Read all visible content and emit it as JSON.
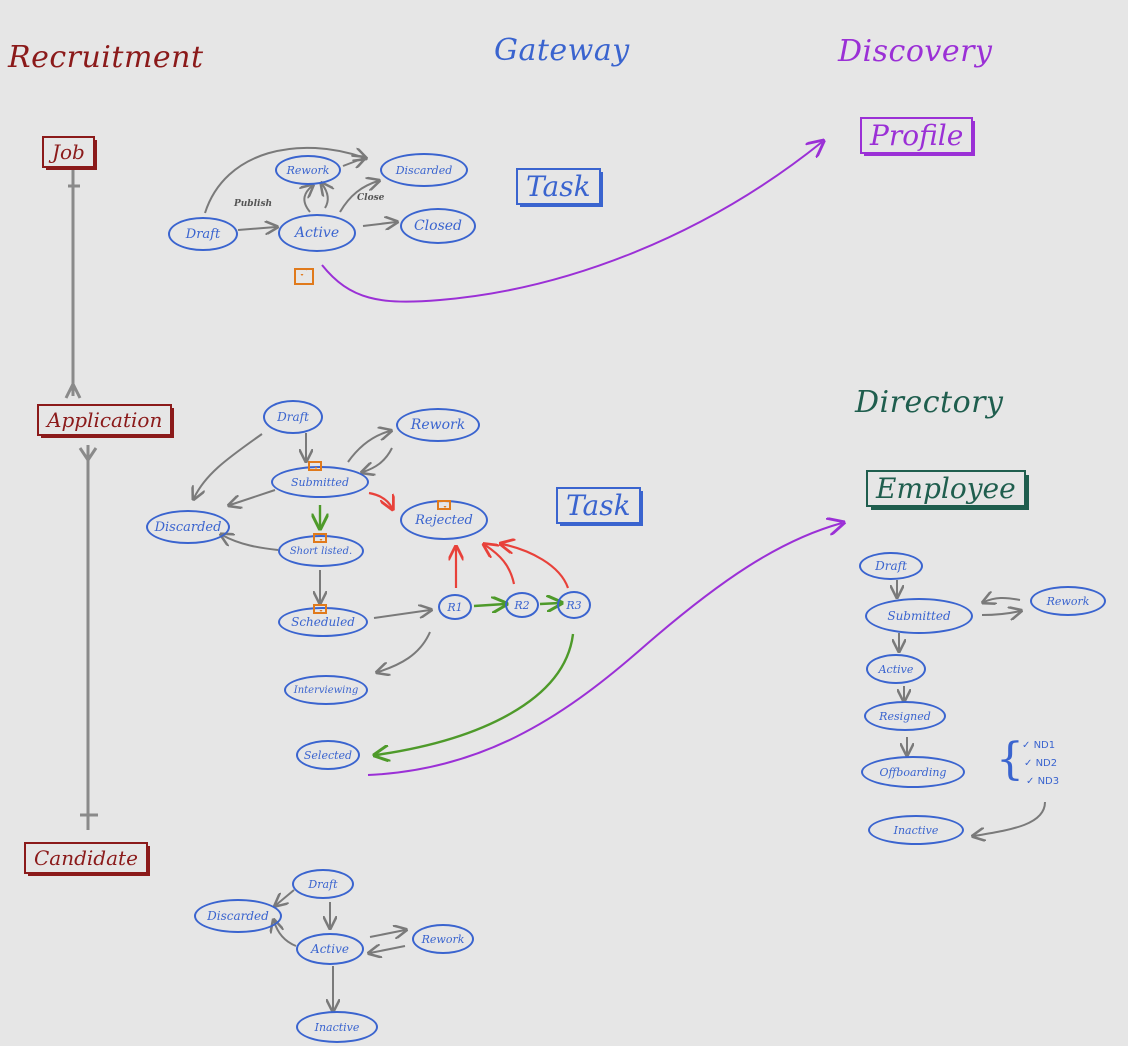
{
  "headings": {
    "recruitment": "Recruitment",
    "gateway": "Gateway",
    "discovery": "Discovery",
    "directory": "Directory"
  },
  "entities": {
    "job": "Job",
    "application": "Application",
    "candidate": "Candidate",
    "profile": "Profile",
    "employee": "Employee",
    "task_top": "Task",
    "task_mid": "Task"
  },
  "job_flow": {
    "draft": "Draft",
    "active": "Active",
    "rework": "Rework",
    "discarded": "Discarded",
    "closed": "Closed",
    "publish_label": "Publish",
    "close_label": "Close"
  },
  "application_flow": {
    "draft": "Draft",
    "submitted": "Submitted",
    "rework": "Rework",
    "discarded": "Discarded",
    "rejected": "Rejected",
    "shortlisted": "Short listed.",
    "scheduled": "Scheduled",
    "r1": "R1",
    "r2": "R2",
    "r3": "R3",
    "interviewing": "Interviewing",
    "selected": "Selected"
  },
  "candidate_flow": {
    "draft": "Draft",
    "discarded": "Discarded",
    "active": "Active",
    "rework": "Rework",
    "inactive": "Inactive"
  },
  "employee_flow": {
    "draft": "Draft",
    "submitted": "Submitted",
    "rework": "Rework",
    "active": "Active",
    "resigned": "Resigned",
    "offboarding": "Offboarding",
    "inactive": "Inactive",
    "checklist": [
      "ND1",
      "ND2",
      "ND3"
    ]
  },
  "colors": {
    "recruitment": "#8b1a1a",
    "gateway": "#3a64cf",
    "discovery": "#9b30d6",
    "directory": "#1f5e4e",
    "arrow_gray": "#7a7a7a",
    "arrow_green": "#4e9a2a",
    "arrow_red": "#e8413a",
    "arrow_purple": "#9b30d6",
    "mail_orange": "#e07a1c"
  },
  "icons": {
    "mail": "mail-icon"
  }
}
